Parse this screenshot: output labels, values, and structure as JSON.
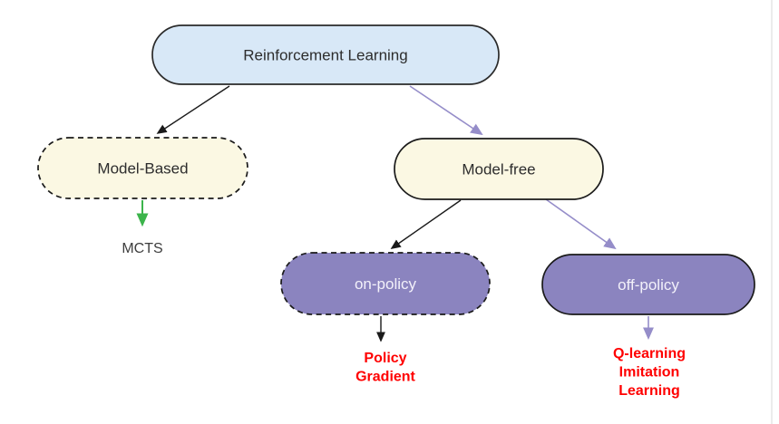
{
  "diagram": {
    "type": "flowchart",
    "topic": "Reinforcement Learning taxonomy",
    "background": "#ffffff",
    "nodes": {
      "reinforcement_learning": {
        "label": "Reinforcement Learning",
        "fill": "#d8e8f7",
        "border_style": "solid"
      },
      "model_based": {
        "label": "Model-Based",
        "fill": "#fbf8e3",
        "border_style": "dashed"
      },
      "model_free": {
        "label": "Model-free",
        "fill": "#fbf8e3",
        "border_style": "solid"
      },
      "on_policy": {
        "label": "on-policy",
        "fill": "#8b84bf",
        "border_style": "dashed"
      },
      "off_policy": {
        "label": "off-policy",
        "fill": "#8b84bf",
        "border_style": "solid"
      }
    },
    "leaves": {
      "mcts": {
        "label": "MCTS",
        "color": "#3e3e3e"
      },
      "policy_gradient": {
        "lines": [
          "Policy",
          "Gradient"
        ],
        "color": "#ff0000"
      },
      "q_learning_imitation": {
        "lines": [
          "Q-learning",
          "Imitation",
          "Learning"
        ],
        "color": "#ff0000"
      }
    },
    "edges": [
      {
        "from": "reinforcement_learning",
        "to": "model_based",
        "color": "#1a1a1a"
      },
      {
        "from": "reinforcement_learning",
        "to": "model_free",
        "color": "#958dc9"
      },
      {
        "from": "model_free",
        "to": "on_policy",
        "color": "#1a1a1a"
      },
      {
        "from": "model_free",
        "to": "off_policy",
        "color": "#958dc9"
      },
      {
        "from": "on_policy",
        "to": "policy_gradient",
        "color": "#1a1a1a"
      },
      {
        "from": "off_policy",
        "to": "q_learning_imitation",
        "color": "#958dc9"
      },
      {
        "from": "model_based",
        "to": "mcts",
        "color": "#3cb44b"
      }
    ],
    "colors": {
      "node_blue": "#d8e8f7",
      "node_cream": "#fbf8e3",
      "node_purple": "#8b84bf",
      "arrow_black": "#1a1a1a",
      "arrow_purple": "#958dc9",
      "arrow_green": "#3cb44b",
      "leaf_red": "#ff0000",
      "node_text_dark": "#2d2d2d",
      "node_text_light": "#f3f1fa"
    }
  }
}
